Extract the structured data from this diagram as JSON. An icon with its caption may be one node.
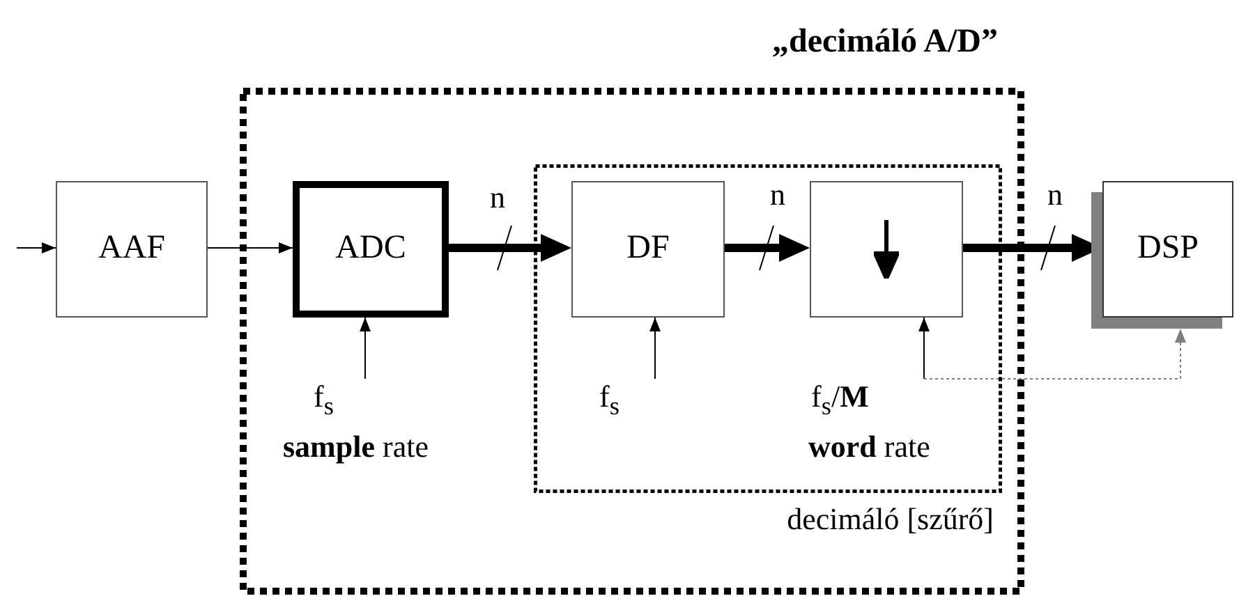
{
  "diagram": {
    "nodes": [
      {
        "text": [
          "„decimáló A/D”"
        ]
      },
      {
        "text": [
          "AAF"
        ]
      },
      {
        "text": [
          "ADC"
        ],
        "in": 0
      },
      {
        "text": [
          "decimáló [szűrő]"
        ],
        "in": 0
      },
      {
        "text": [
          "DF"
        ],
        "in": 3
      },
      {
        "text": [],
        "shape": "box",
        "in": 3
      },
      {
        "text": [
          "DSP"
        ]
      },
      {
        "text": [
          "f$_{s}$",
          "**sample** rate"
        ],
        "in": 0
      },
      {
        "text": [
          "f$_{s}$"
        ],
        "in": 3
      },
      {
        "text": [
          "f$_{s}$/**M**",
          "**word** rate"
        ],
        "in": 3
      }
    ],
    "edges": [
      {
        "from": null,
        "to": 1,
        "arrow": "to"
      },
      {
        "from": 1,
        "to": 2,
        "arrow": "to"
      },
      {
        "from": 2,
        "to": 4,
        "arrow": "to",
        "label": "n",
        "style": "thick"
      },
      {
        "from": 4,
        "to": 5,
        "arrow": "to",
        "label": "n",
        "style": "thick"
      },
      {
        "from": 5,
        "to": 6,
        "arrow": "to",
        "label": "n",
        "style": "thick"
      },
      {
        "from": 7,
        "to": 2,
        "arrow": "to"
      },
      {
        "from": 8,
        "to": 4,
        "arrow": "to"
      },
      {
        "from": 9,
        "to": 5,
        "arrow": "to"
      },
      {
        "from": 9,
        "to": 6,
        "arrow": "to",
        "style": "dashed",
        "color": "#808080"
      }
    ]
  }
}
